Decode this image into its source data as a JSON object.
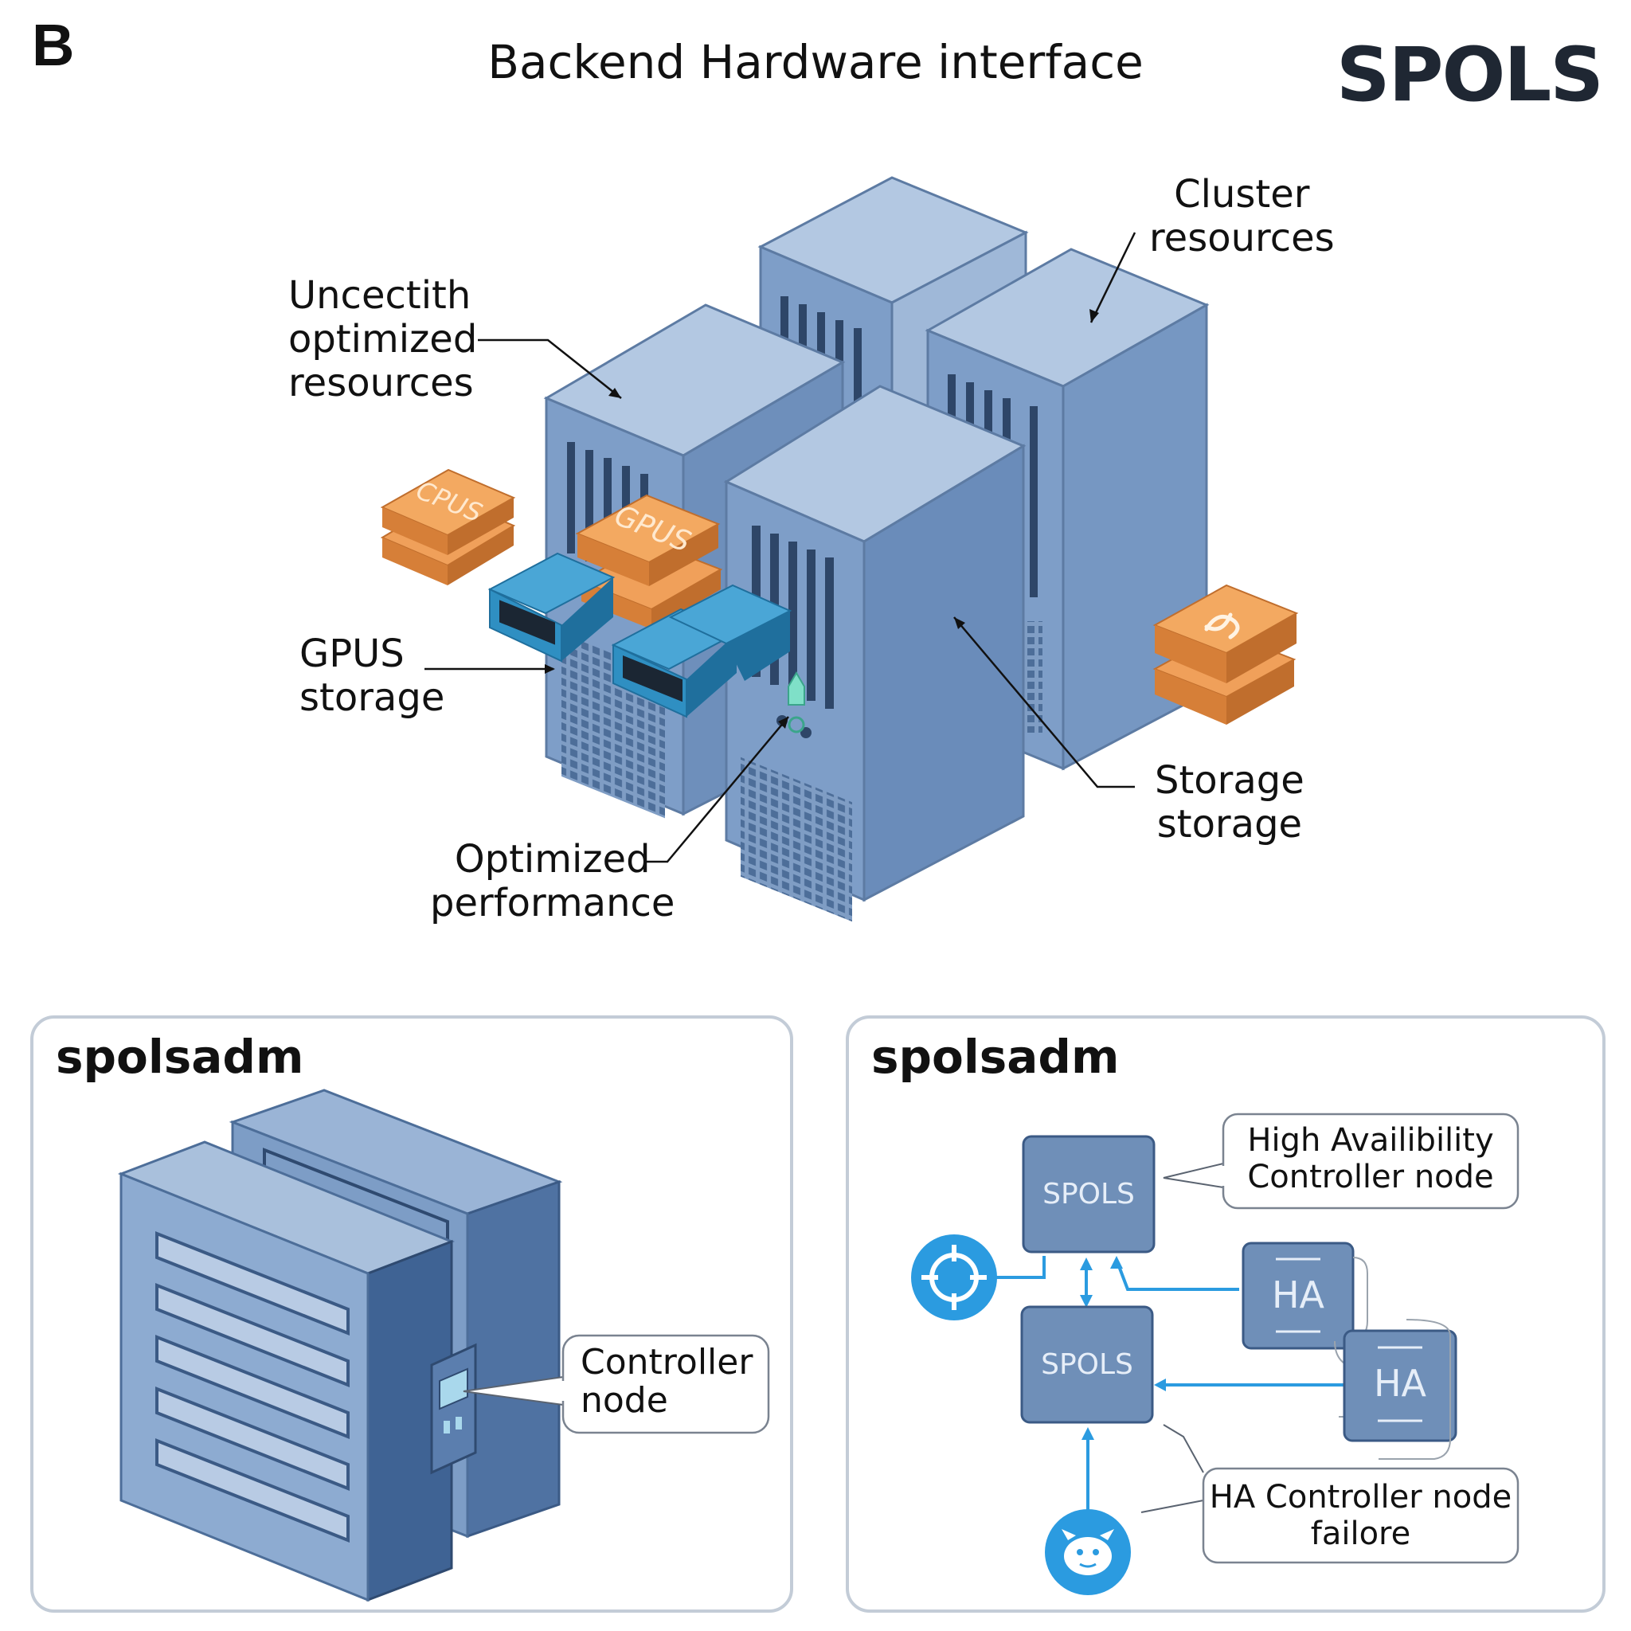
{
  "panel_letter": "B",
  "title": "Backend Hardware interface",
  "brand": "SPOLS",
  "callouts": {
    "unoptimized": [
      "Uncectith",
      "optimized",
      "resources"
    ],
    "cluster": [
      "Cluster",
      "resources"
    ],
    "gpus_storage": [
      "GPUS",
      "storage"
    ],
    "storage": [
      "Storage",
      "storage"
    ],
    "performance": [
      "Optimized",
      "performance"
    ]
  },
  "chip_labels": {
    "cpus": "CPUS",
    "gpus": "GPUS"
  },
  "left_box": {
    "title": "spolsadm",
    "note": [
      "Controller",
      "node"
    ]
  },
  "right_box": {
    "title": "spolsadm",
    "node_top": "SPOLS",
    "node_bottom": "SPOLS",
    "ha_1": "HA",
    "ha_2": "HA",
    "note_top": [
      "High Availibility",
      "Controller node"
    ],
    "note_bottom": [
      "HA Controller node",
      "failore"
    ]
  },
  "colors": {
    "server_front": "#6b8db8",
    "server_top": "#a9c0dc",
    "server_side": "#8aa6cb",
    "chip_orange": "#e8954f",
    "module_blue": "#2f8fc2",
    "accent_blue": "#2b9be0",
    "node_fill": "#6f8fb8"
  }
}
